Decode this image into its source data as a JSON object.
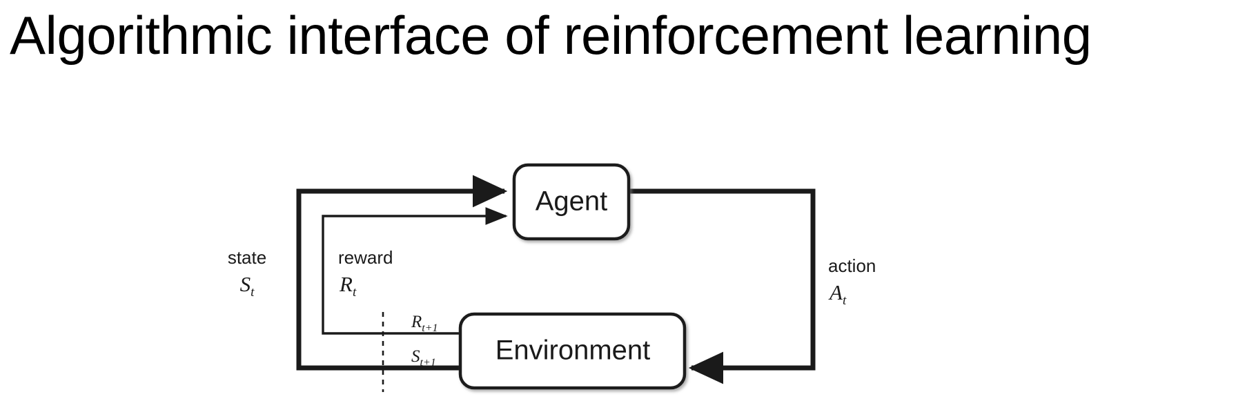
{
  "slide": {
    "title": "Algorithmic interface of reinforcement learning"
  },
  "diagram": {
    "name": "reinforcement-learning-agent-environment-loop",
    "nodes": {
      "agent": {
        "label": "Agent"
      },
      "environment": {
        "label": "Environment"
      }
    },
    "labels": {
      "state_word": "state",
      "state_symbol": "S",
      "state_subscript": "t",
      "reward_word": "reward",
      "reward_symbol": "R",
      "reward_subscript": "t",
      "action_word": "action",
      "action_symbol": "A",
      "action_subscript": "t",
      "next_reward_symbol": "R",
      "next_reward_subscript": "t+1",
      "next_state_symbol": "S",
      "next_state_subscript": "t+1"
    },
    "colors": {
      "stroke": "#1a1a1a",
      "background": "#ffffff",
      "text": "#1a1a1a"
    }
  }
}
